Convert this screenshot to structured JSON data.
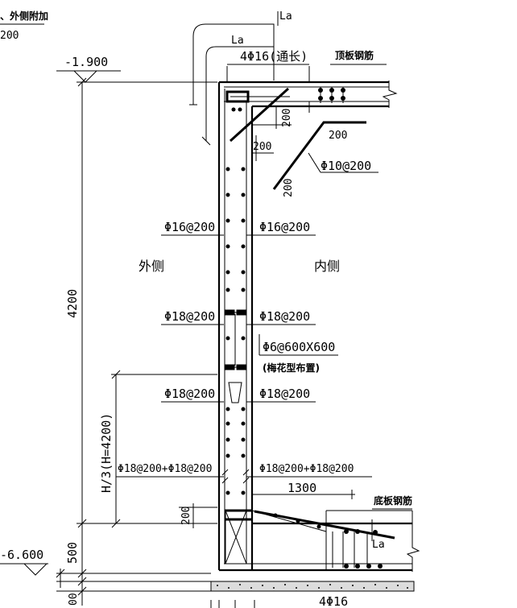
{
  "labels": {
    "top_left_note": "、外侧附加",
    "top_left_sub": "200",
    "elev_top": "-1.900",
    "elev_bottom": "-6.600",
    "dim_height": "4200",
    "dim_third": "H/3(H=4200)",
    "dim_500": "500",
    "dim_200_low": "200",
    "dim_00": "00",
    "la_top": "La",
    "la_mid": "La",
    "la_bottom": "La",
    "top_bar": "4Φ16(通长)",
    "roof_slab_bars": "顶板钢筋",
    "dim_200_a": "200",
    "dim_200_b": "200",
    "dim_200_c": "200",
    "dim_200_d": "200",
    "stirrup_corner": "Φ10@200",
    "outer_side": "外侧",
    "inner_side": "内侧",
    "bar_16_left": "Φ16@200",
    "bar_16_right": "Φ16@200",
    "bar_18_left_a": "Φ18@200",
    "bar_18_right_a": "Φ18@200",
    "tie_bar": "Φ6@600X600",
    "tie_note": "(梅花型布置)",
    "bar_18_left_b": "Φ18@200",
    "bar_18_right_b": "Φ18@200",
    "bar_combo_left": "Φ18@200+Φ18@200",
    "bar_combo_right": "Φ18@200+Φ18@200",
    "dim_1300": "1300",
    "floor_slab_bars": "底板钢筋",
    "bottom_bar": "4Φ16"
  }
}
